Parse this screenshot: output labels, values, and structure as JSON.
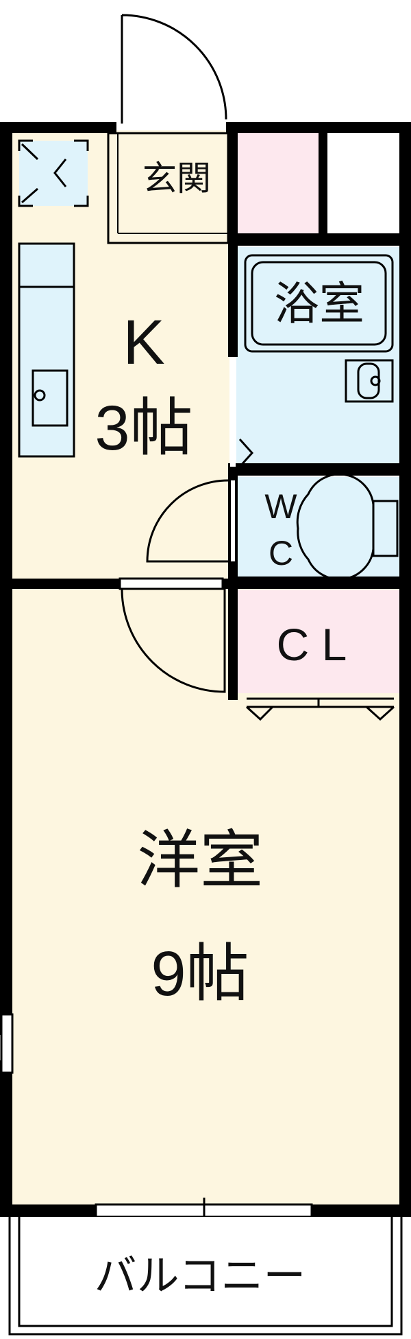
{
  "rooms": {
    "entrance": {
      "label": "玄関"
    },
    "kitchen": {
      "label": "K",
      "size": "3帖"
    },
    "bath": {
      "label": "浴室"
    },
    "toilet": {
      "label_line1": "W",
      "label_line2": "C"
    },
    "closet": {
      "label": "C L"
    },
    "western_room": {
      "label": "洋室",
      "size": "9帖"
    },
    "balcony": {
      "label": "バルコニー"
    }
  },
  "colors": {
    "wall": "#000000",
    "room_floor": "#fdf6e0",
    "wet_area": "#dff3fb",
    "storage": "#fde8ee",
    "balcony": "#ffffff"
  }
}
